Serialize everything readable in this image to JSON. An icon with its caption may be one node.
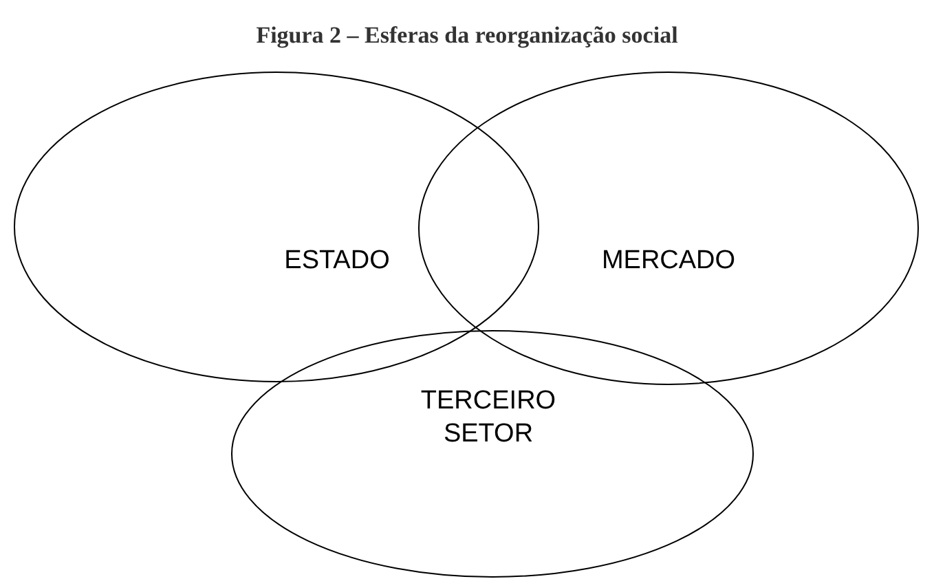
{
  "diagram": {
    "title": "Figura 2 – Esferas da reorganização social",
    "nodes": [
      {
        "text": [
          "ESTADO"
        ]
      },
      {
        "text": [
          "MERCADO"
        ]
      },
      {
        "text": [
          "TERCEIRO SETOR"
        ]
      }
    ]
  }
}
